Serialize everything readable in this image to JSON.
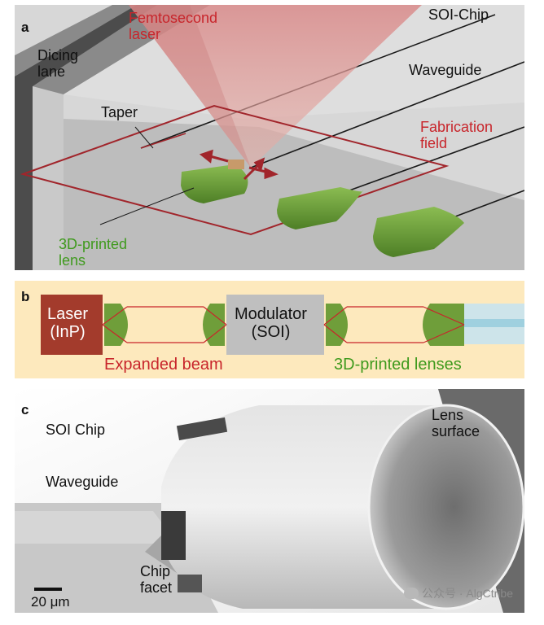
{
  "panel_a": {
    "letter": "a",
    "femtosecond_laser": "Femtosecond\nlaser",
    "soi_chip": "SOI-Chip",
    "dicing_lane": "Dicing\nlane",
    "waveguide": "Waveguide",
    "taper": "Taper",
    "fabrication_field": "Fabrication\nfield",
    "printed_lens": "3D-printed\nlens"
  },
  "panel_b": {
    "letter": "b",
    "laser": "Laser\n(InP)",
    "modulator": "Modulator\n(SOI)",
    "expanded_beam": "Expanded beam",
    "printed_lenses": "3D-printed lenses"
  },
  "panel_c": {
    "letter": "c",
    "soi_chip": "SOI Chip",
    "waveguide": "Waveguide",
    "lens_surface": "Lens\nsurface",
    "chip_facet": "Chip\nfacet",
    "scale_bar": "20 μm"
  },
  "watermark": "公众号 · AlgCtribe",
  "colors": {
    "red": "#c8252b",
    "green": "#3f9a1d",
    "lens_green": "#6f9e3a",
    "laser_block": "#a33b2c",
    "modulator_block": "#bfbfbf",
    "beam_band": "#fde9bd"
  }
}
